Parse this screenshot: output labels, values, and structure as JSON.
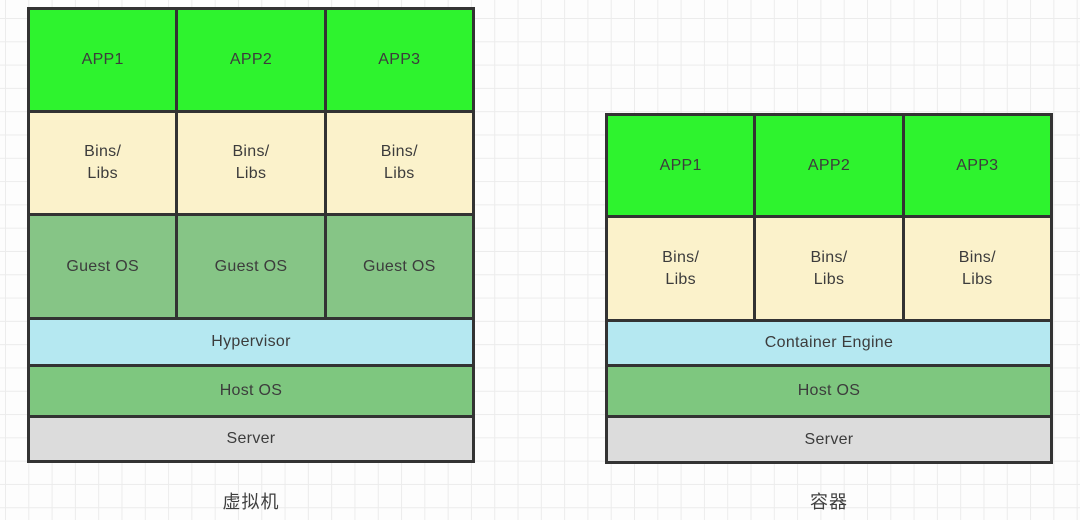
{
  "vm_stack": {
    "caption": "虚拟机",
    "apps": [
      "APP1",
      "APP2",
      "APP3"
    ],
    "bins": [
      "Bins/\nLibs",
      "Bins/\nLibs",
      "Bins/\nLibs"
    ],
    "guest_os": [
      "Guest OS",
      "Guest OS",
      "Guest OS"
    ],
    "hypervisor": "Hypervisor",
    "host_os": "Host OS",
    "server": "Server"
  },
  "container_stack": {
    "caption": "容器",
    "apps": [
      "APP1",
      "APP2",
      "APP3"
    ],
    "bins": [
      "Bins/\nLibs",
      "Bins/\nLibs",
      "Bins/\nLibs"
    ],
    "engine": "Container Engine",
    "host_os": "Host OS",
    "server": "Server"
  },
  "colors": {
    "app_green": "#2EF32E",
    "bins_cream": "#FBF2CB",
    "guest_os_green": "#86C586",
    "hypervisor_blue": "#B5E8F1",
    "host_os_green": "#7EC77F",
    "server_gray": "#DCDCDC",
    "border": "#333333",
    "text": "#3C3C3C",
    "grid_line": "#ECECEC",
    "background": "#FDFDFD"
  }
}
